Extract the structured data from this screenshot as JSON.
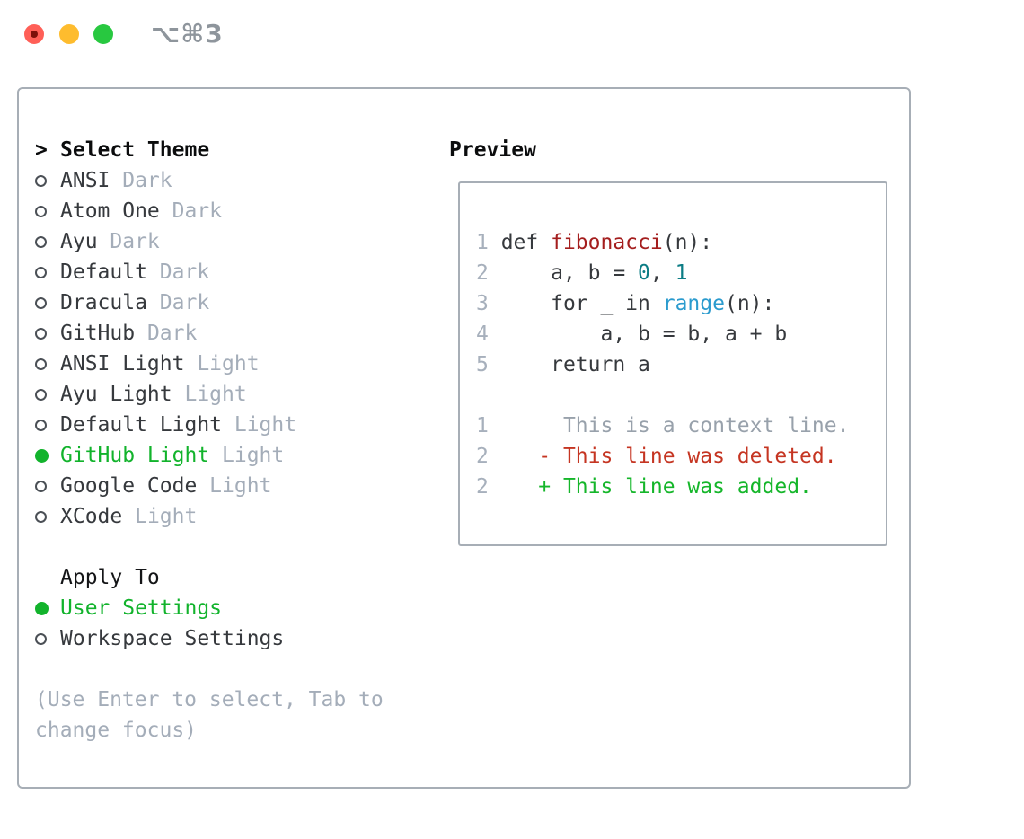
{
  "window": {
    "title": "⌥⌘3",
    "traffic_lights": [
      {
        "name": "close-button",
        "color": "#ff5f57"
      },
      {
        "name": "minimize-button",
        "color": "#febc2e"
      },
      {
        "name": "zoom-button",
        "color": "#28c840"
      }
    ]
  },
  "theme_panel": {
    "prompt": ">",
    "header": "Select Theme",
    "items": [
      {
        "name": "ANSI",
        "variant": "Dark",
        "selected": false
      },
      {
        "name": "Atom One",
        "variant": "Dark",
        "selected": false
      },
      {
        "name": "Ayu",
        "variant": "Dark",
        "selected": false
      },
      {
        "name": "Default",
        "variant": "Dark",
        "selected": false
      },
      {
        "name": "Dracula",
        "variant": "Dark",
        "selected": false
      },
      {
        "name": "GitHub",
        "variant": "Dark",
        "selected": false
      },
      {
        "name": "ANSI Light",
        "variant": "Light",
        "selected": false
      },
      {
        "name": "Ayu Light",
        "variant": "Light",
        "selected": false
      },
      {
        "name": "Default Light",
        "variant": "Light",
        "selected": false
      },
      {
        "name": "GitHub Light",
        "variant": "Light",
        "selected": true
      },
      {
        "name": "Google Code",
        "variant": "Light",
        "selected": false
      },
      {
        "name": "XCode",
        "variant": "Light",
        "selected": false
      }
    ],
    "apply_to": {
      "header": "Apply To",
      "options": [
        {
          "label": "User Settings",
          "selected": true
        },
        {
          "label": "Workspace Settings",
          "selected": false
        }
      ]
    },
    "hint_lines": [
      "(Use Enter to select, Tab to",
      "change focus)"
    ]
  },
  "preview": {
    "header": "Preview",
    "lines": [
      {
        "tokens": [
          [
            "ln",
            "1 "
          ],
          [
            "code",
            "def "
          ],
          [
            "fn",
            "fibonacci"
          ],
          [
            "code",
            "(n):"
          ]
        ]
      },
      {
        "tokens": [
          [
            "ln",
            "2 "
          ],
          [
            "code",
            "    a, b = "
          ],
          [
            "num",
            "0"
          ],
          [
            "code",
            ", "
          ],
          [
            "num",
            "1"
          ]
        ]
      },
      {
        "tokens": [
          [
            "ln",
            "3 "
          ],
          [
            "code",
            "    for _ in "
          ],
          [
            "call",
            "range"
          ],
          [
            "code",
            "(n):"
          ]
        ]
      },
      {
        "tokens": [
          [
            "ln",
            "4 "
          ],
          [
            "code",
            "        a, b = b, a + b"
          ]
        ]
      },
      {
        "tokens": [
          [
            "ln",
            "5 "
          ],
          [
            "code",
            "    return a"
          ]
        ]
      },
      {
        "tokens": []
      },
      {
        "tokens": [
          [
            "ln",
            "1 "
          ],
          [
            "ctx",
            "     This is a context line."
          ]
        ]
      },
      {
        "tokens": [
          [
            "ln",
            "2 "
          ],
          [
            "del",
            "   - This line was deleted."
          ]
        ]
      },
      {
        "tokens": [
          [
            "ln",
            "2 "
          ],
          [
            "add",
            "   + This line was added."
          ]
        ]
      }
    ]
  },
  "colors": {
    "selection_green": "#12b32c",
    "diff_added_green": "#15b62a",
    "diff_deleted_red": "#c53522",
    "function_red": "#a41e1e",
    "number_teal": "#0c7d85",
    "builtin_blue": "#2b9bce",
    "muted_gray": "#a4adb9",
    "text_dark": "#36393d",
    "border_gray": "#a7aeb6",
    "title_gray": "#8e959c",
    "traffic_red": "#ff5f57",
    "traffic_yellow": "#febc2e",
    "traffic_green": "#28c840"
  }
}
